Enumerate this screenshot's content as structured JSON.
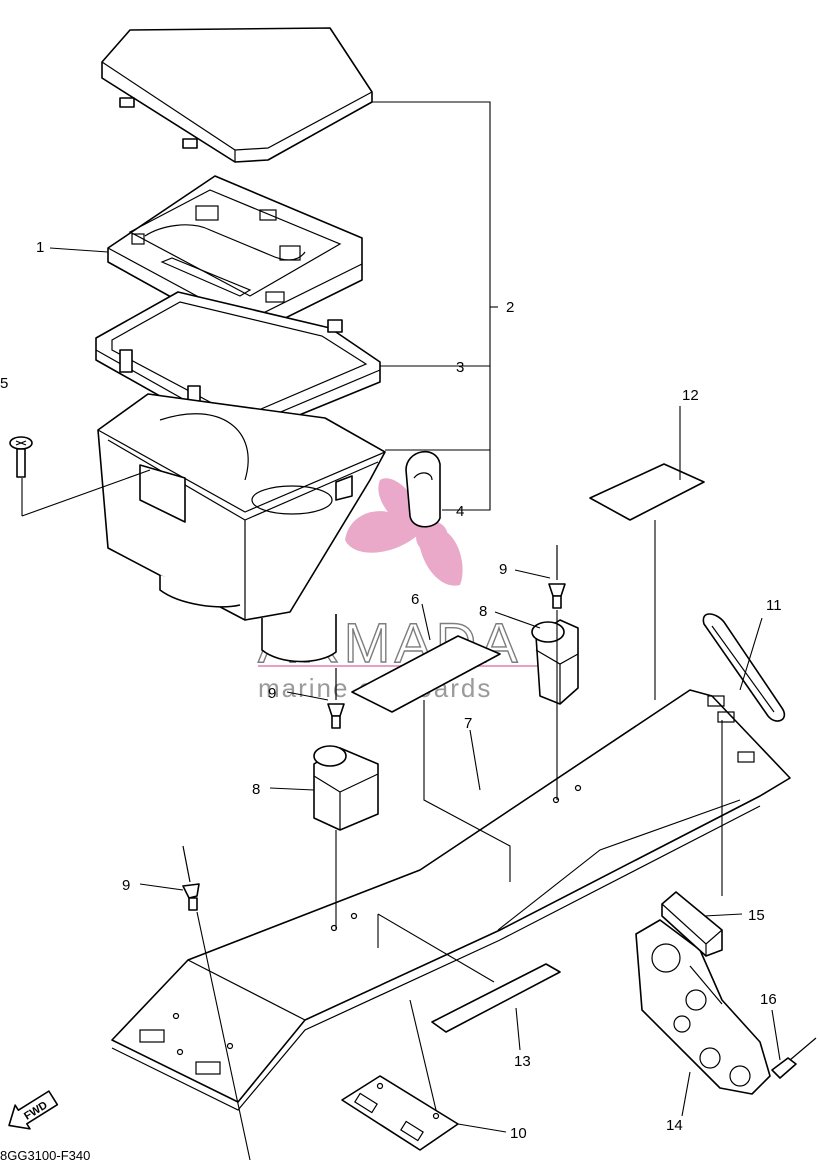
{
  "diagram": {
    "callouts": [
      "1",
      "2",
      "3",
      "4",
      "5",
      "6",
      "7",
      "8",
      "8",
      "9",
      "9",
      "9",
      "10",
      "11",
      "12",
      "13",
      "14",
      "15",
      "16"
    ],
    "drawing_code": "8GG3100-F340",
    "fwd_label": "FWD"
  },
  "watermark": {
    "brand": "ARMADA",
    "tagline": "marine outboards",
    "logo_color": "#e8a0c4"
  }
}
